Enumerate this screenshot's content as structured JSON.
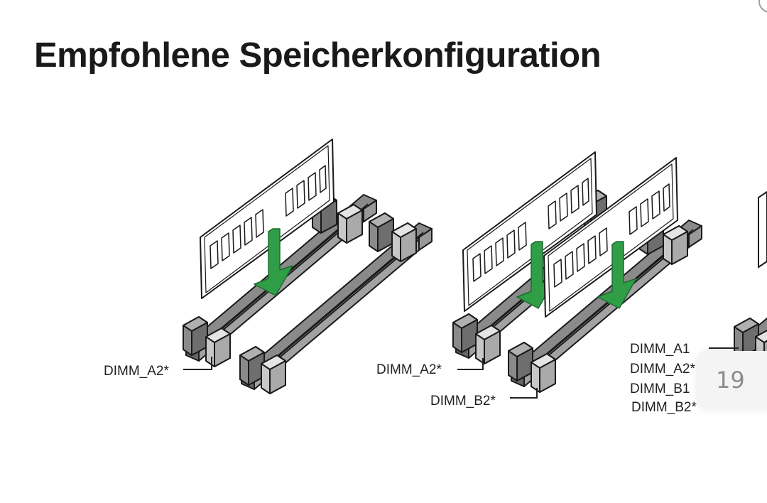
{
  "page": {
    "title": "Empfohlene Speicherkonfiguration",
    "page_number": "19"
  },
  "configurations": [
    {
      "labels": [
        "DIMM_A2*"
      ]
    },
    {
      "labels": [
        "DIMM_A2*",
        "DIMM_B2*"
      ]
    },
    {
      "labels": [
        "DIMM_A1",
        "DIMM_A2*",
        "DIMM_B1",
        "DIMM_B2*"
      ]
    }
  ],
  "colors": {
    "arrow": "#2f9e47",
    "slot_dark": "#8a8a8a",
    "slot_light": "#c8c8c8",
    "outline": "#1a1a1a"
  },
  "icons": [
    "insert-arrow-icon",
    "memory-module-icon",
    "dimm-slot-icon"
  ]
}
